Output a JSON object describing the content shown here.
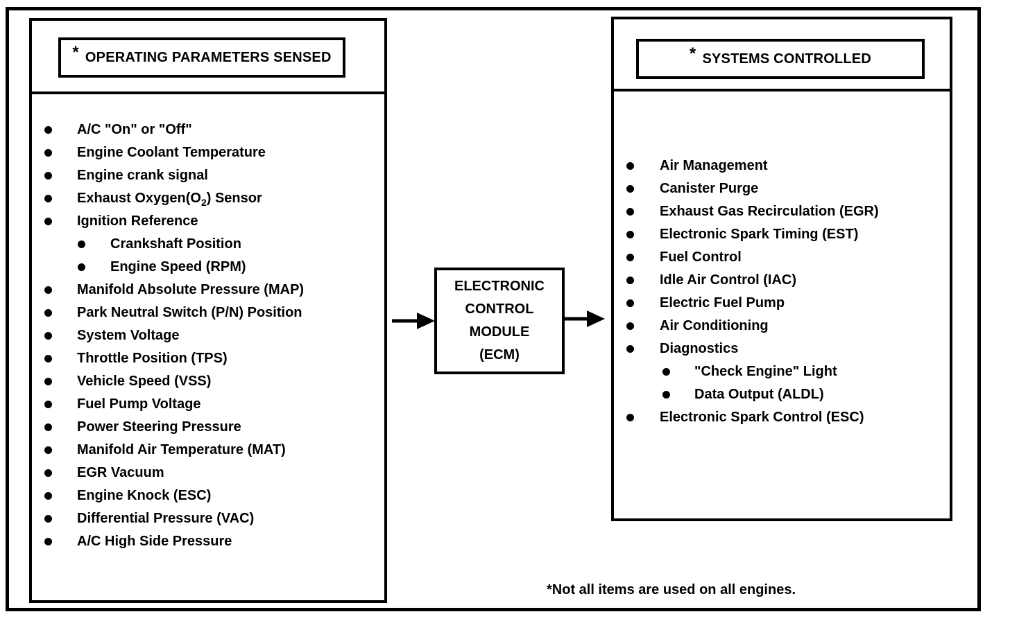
{
  "inputs_panel": {
    "asterisk": "*",
    "title": "OPERATING PARAMETERS SENSED",
    "items": [
      {
        "text": "A/C \"On\" or \"Off\"",
        "level": 0
      },
      {
        "text": "Engine Coolant Temperature",
        "level": 0
      },
      {
        "text": "Engine crank signal",
        "level": 0
      },
      {
        "text": "Exhaust Oxygen(O2) Sensor",
        "level": 0
      },
      {
        "text": "Ignition Reference",
        "level": 0
      },
      {
        "text": "Crankshaft Position",
        "level": 1
      },
      {
        "text": "Engine Speed (RPM)",
        "level": 1
      },
      {
        "text": "Manifold Absolute Pressure (MAP)",
        "level": 0
      },
      {
        "text": "Park Neutral Switch (P/N) Position",
        "level": 0
      },
      {
        "text": "System Voltage",
        "level": 0
      },
      {
        "text": "Throttle Position (TPS)",
        "level": 0
      },
      {
        "text": "Vehicle Speed (VSS)",
        "level": 0
      },
      {
        "text": "Fuel Pump Voltage",
        "level": 0
      },
      {
        "text": "Power Steering Pressure",
        "level": 0
      },
      {
        "text": "Manifold Air Temperature (MAT)",
        "level": 0
      },
      {
        "text": "EGR Vacuum",
        "level": 0
      },
      {
        "text": "Engine Knock (ESC)",
        "level": 0
      },
      {
        "text": "Differential Pressure (VAC)",
        "level": 0
      },
      {
        "text": "A/C High Side Pressure",
        "level": 0
      }
    ]
  },
  "ecm": {
    "line1": "ELECTRONIC",
    "line2": "CONTROL",
    "line3": "MODULE",
    "line4": "(ECM)"
  },
  "outputs_panel": {
    "asterisk": "*",
    "title": "SYSTEMS CONTROLLED",
    "items": [
      {
        "text": "Air Management",
        "level": 0
      },
      {
        "text": "Canister Purge",
        "level": 0
      },
      {
        "text": "Exhaust Gas Recirculation (EGR)",
        "level": 0
      },
      {
        "text": "Electronic Spark Timing (EST)",
        "level": 0
      },
      {
        "text": "Fuel Control",
        "level": 0
      },
      {
        "text": "Idle Air Control (IAC)",
        "level": 0
      },
      {
        "text": "Electric Fuel Pump",
        "level": 0
      },
      {
        "text": "Air Conditioning",
        "level": 0
      },
      {
        "text": "Diagnostics",
        "level": 0
      },
      {
        "text": "\"Check Engine\" Light",
        "level": 1
      },
      {
        "text": "Data Output (ALDL)",
        "level": 1
      },
      {
        "text": "Electronic Spark Control (ESC)",
        "level": 0
      }
    ]
  },
  "footnote": "*Not all items are used on all engines.",
  "colors": {
    "ink": "#000000",
    "background": "#ffffff"
  }
}
